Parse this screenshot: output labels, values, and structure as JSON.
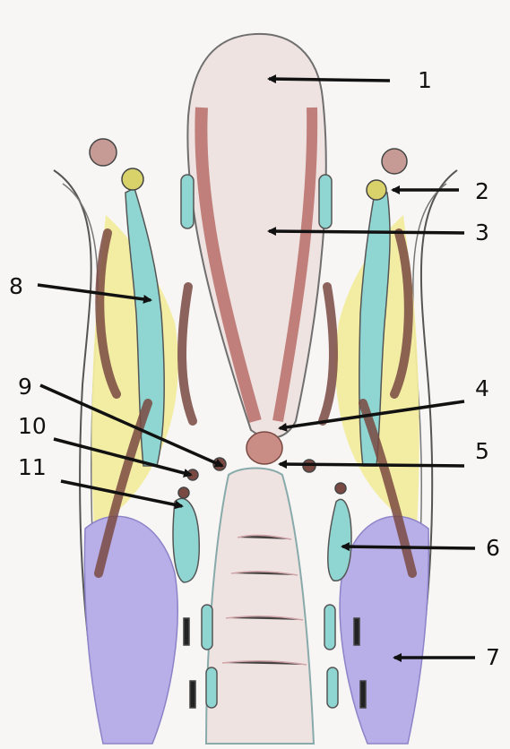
{
  "figure": {
    "palette": {
      "paper": "#f7f6f4",
      "fat": "#f2ec9e",
      "blue_tissue": "#8fd6d2",
      "dark_muscle": "#7a4a42",
      "red_wall": "#b76d69",
      "purple_tissue": "#b8aee8",
      "lumen": "#efe3e1"
    },
    "labels": [
      {
        "id": "1",
        "text": "1"
      },
      {
        "id": "2",
        "text": "2"
      },
      {
        "id": "3",
        "text": "3"
      },
      {
        "id": "4",
        "text": "4"
      },
      {
        "id": "5",
        "text": "5"
      },
      {
        "id": "6",
        "text": "6"
      },
      {
        "id": "7",
        "text": "7"
      },
      {
        "id": "8",
        "text": "8"
      },
      {
        "id": "9",
        "text": "9"
      },
      {
        "id": "10",
        "text": "10"
      },
      {
        "id": "11",
        "text": "11"
      }
    ]
  }
}
